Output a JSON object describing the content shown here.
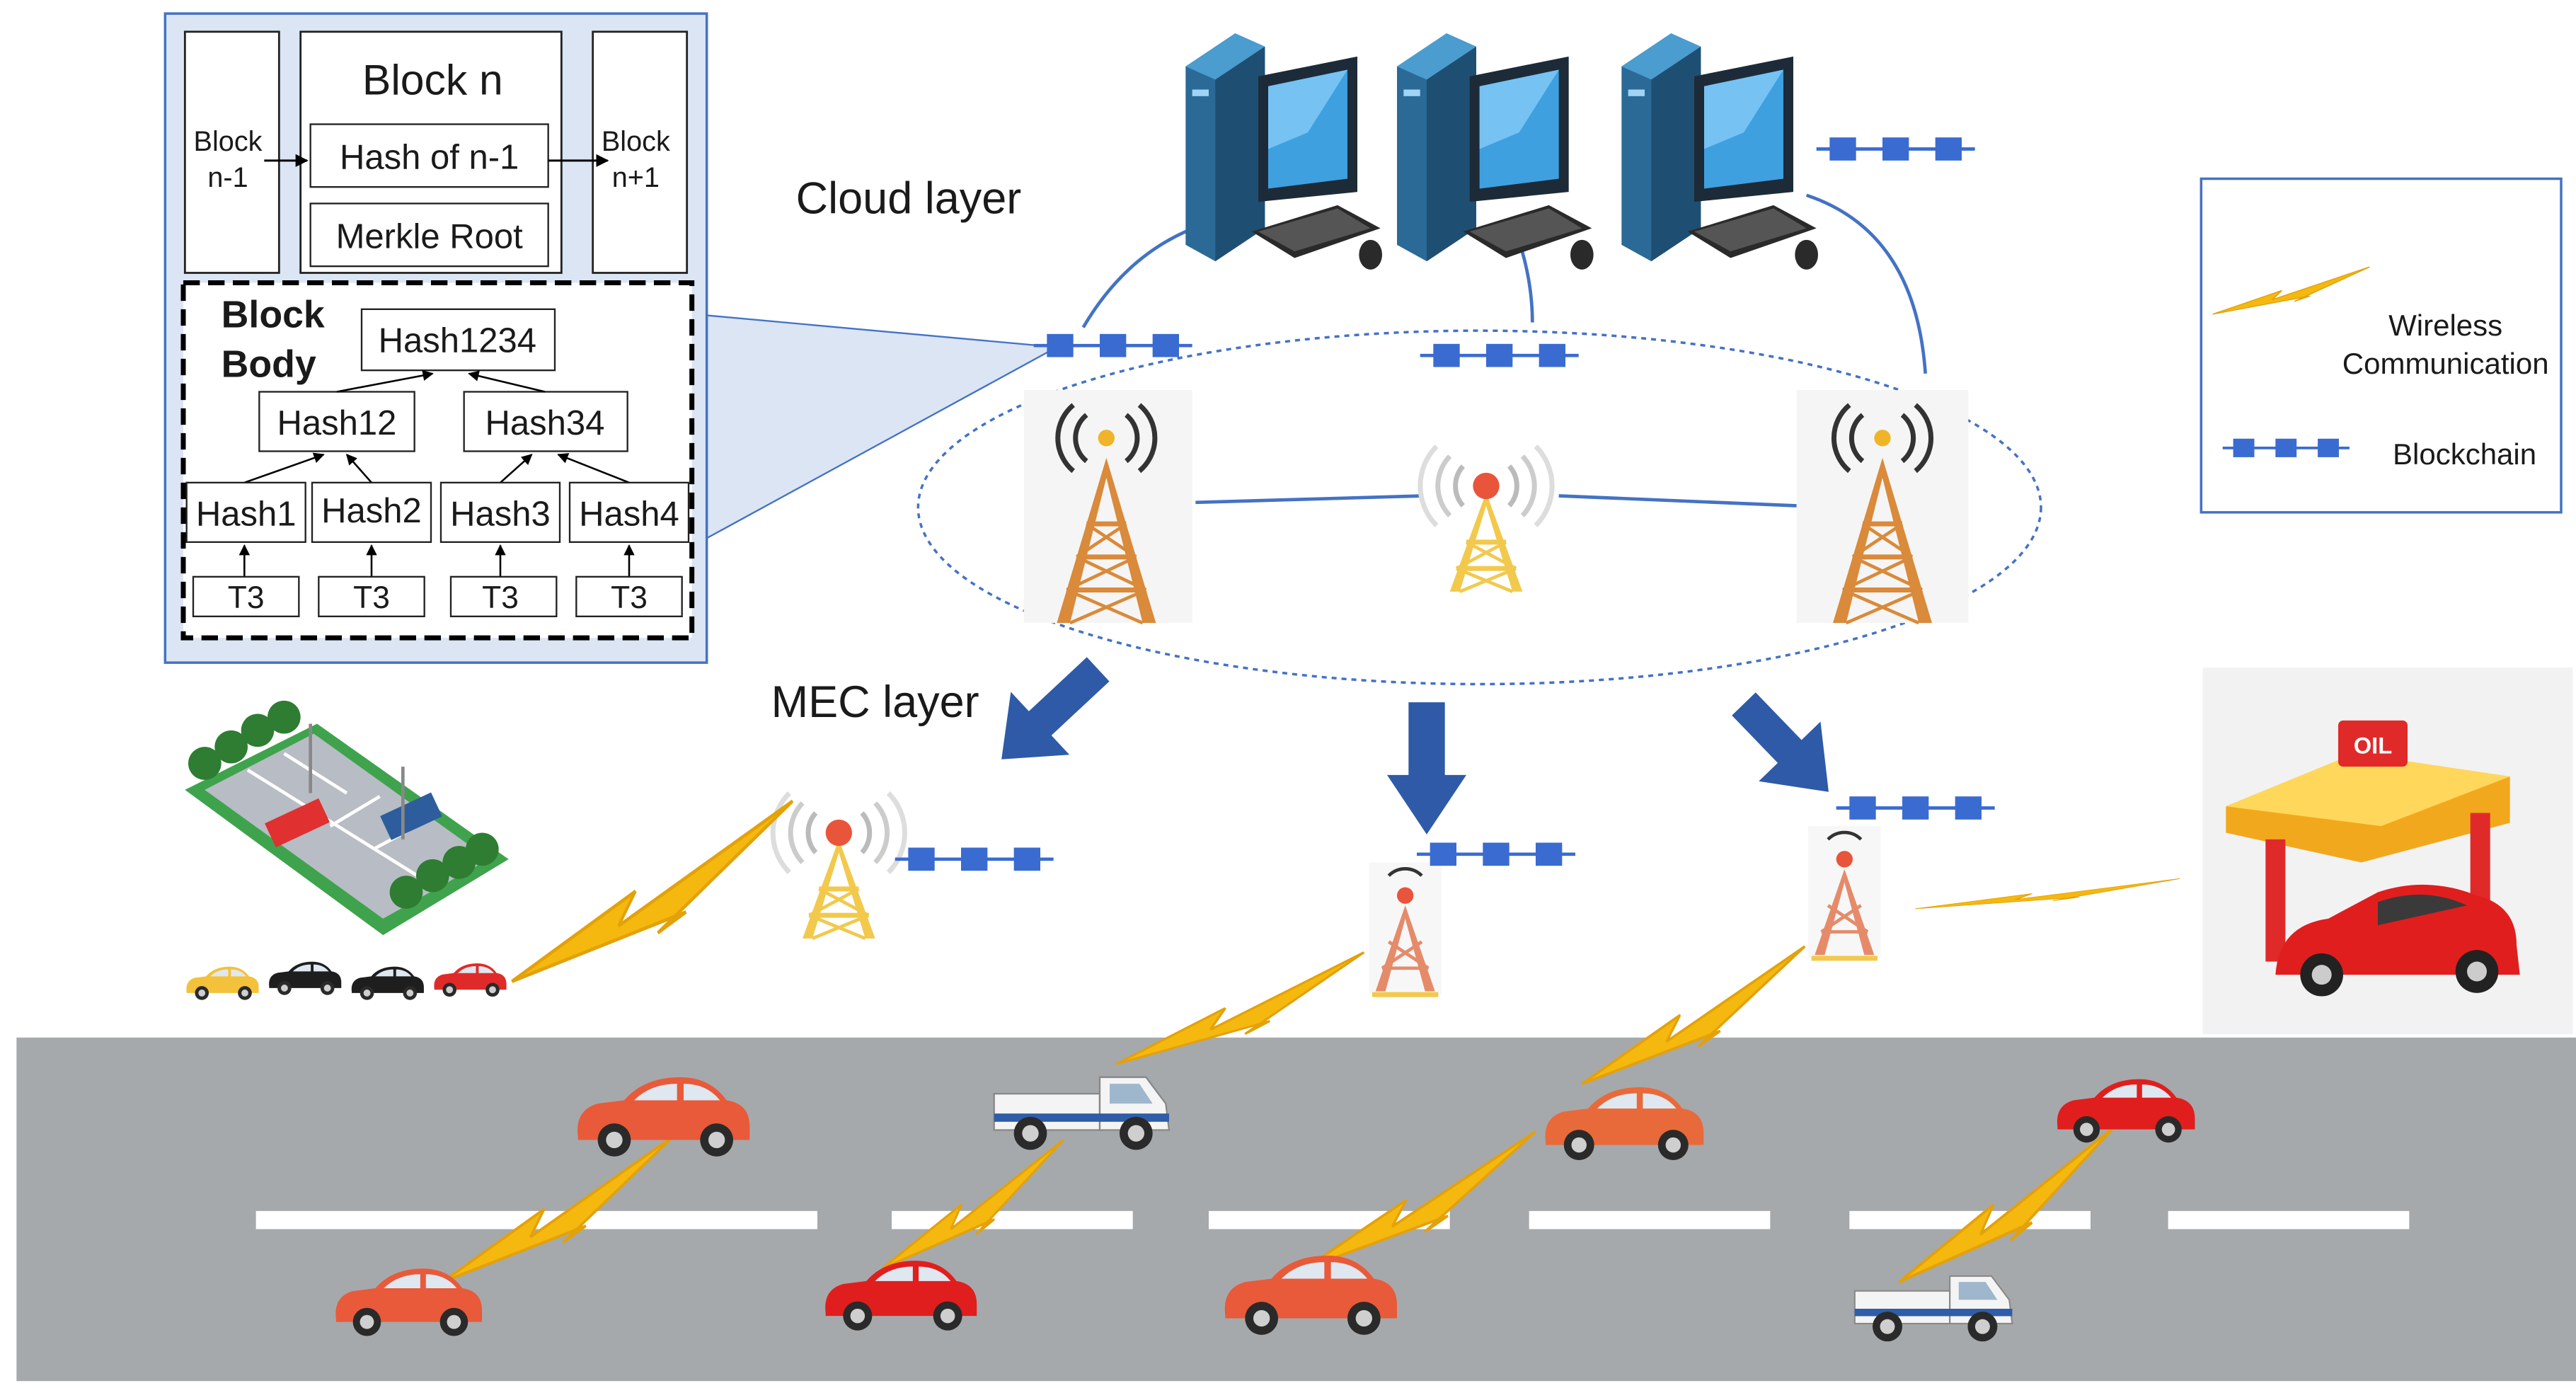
{
  "block_structure": {
    "block_prev": [
      "Block",
      "n-1"
    ],
    "block_current": "Block n",
    "hash_of_prev": "Hash of n-1",
    "merkle_root": "Merkle Root",
    "block_next": [
      "Block",
      "n+1"
    ],
    "block_body": [
      "Block",
      "Body"
    ],
    "merkle_tree": {
      "root": "Hash1234",
      "level1": [
        "Hash12",
        "Hash34"
      ],
      "leaves": [
        "Hash1",
        "Hash2",
        "Hash3",
        "Hash4"
      ],
      "transactions": [
        "T3",
        "T3",
        "T3",
        "T3"
      ]
    }
  },
  "layers": {
    "cloud": "Cloud layer",
    "mec": "MEC layer"
  },
  "legend": {
    "wireless": [
      "Wireless",
      "Communication"
    ],
    "blockchain": "Blockchain"
  },
  "gas_station_sign": "OIL",
  "colors": {
    "link_blue": "#4472c4",
    "chain_blue": "#3a6bd0",
    "arrow_blue": "#2e5aa8",
    "lightning": "#f5b80e",
    "tower_orange": "#d98a3a",
    "tower_yellow": "#f2c94c",
    "road_gray": "#a6a9ab",
    "inset_bg": "#dce5f4"
  },
  "icons": [
    "computer-icon",
    "cell-tower-icon",
    "lightning-icon",
    "blockchain-icon",
    "car-icon",
    "parking-lot-icon",
    "gas-station-icon"
  ]
}
